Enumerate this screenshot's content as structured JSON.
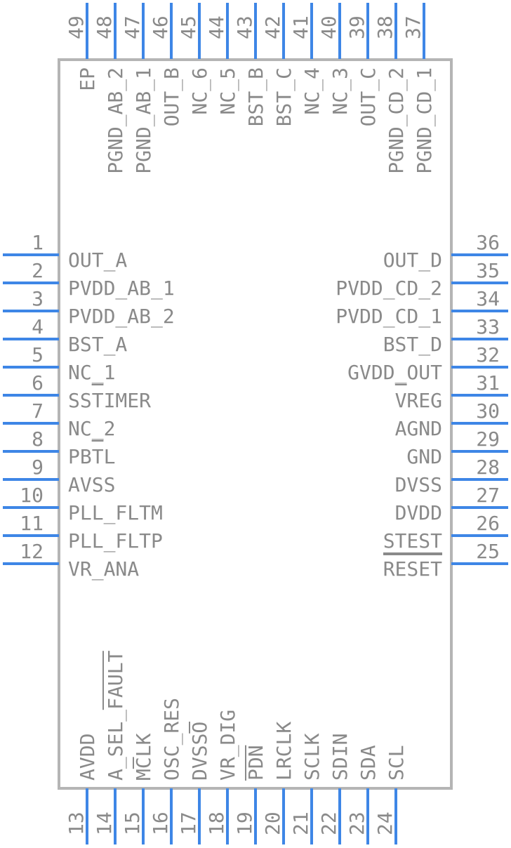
{
  "pins_left": [
    {
      "num": "1",
      "label": "OUT_A"
    },
    {
      "num": "2",
      "label": "PVDD_AB_1"
    },
    {
      "num": "3",
      "label": "PVDD_AB_2"
    },
    {
      "num": "4",
      "label": "BST_A"
    },
    {
      "num": "5",
      "label": "NC_1"
    },
    {
      "num": "6",
      "label": "SSTIMER"
    },
    {
      "num": "7",
      "label": "NC_2"
    },
    {
      "num": "8",
      "label": "PBTL"
    },
    {
      "num": "9",
      "label": "AVSS"
    },
    {
      "num": "10",
      "label": "PLL_FLTM"
    },
    {
      "num": "11",
      "label": "PLL_FLTP"
    },
    {
      "num": "12",
      "label": "VR_ANA"
    }
  ],
  "pins_right": [
    {
      "num": "36",
      "label": "OUT_D"
    },
    {
      "num": "35",
      "label": "PVDD_CD_2"
    },
    {
      "num": "34",
      "label": "PVDD_CD_1"
    },
    {
      "num": "33",
      "label": "BST_D"
    },
    {
      "num": "32",
      "label": "GVDD_OUT"
    },
    {
      "num": "31",
      "label": "VREG"
    },
    {
      "num": "30",
      "label": "AGND"
    },
    {
      "num": "29",
      "label": "GND"
    },
    {
      "num": "28",
      "label": "DVSS"
    },
    {
      "num": "27",
      "label": "DVDD"
    },
    {
      "num": "26",
      "label": "STEST"
    },
    {
      "num": "25",
      "label": "RESET"
    }
  ],
  "pins_top": [
    {
      "num": "49",
      "label": "EP"
    },
    {
      "num": "48",
      "label": "PGND_AB_2"
    },
    {
      "num": "47",
      "label": "PGND_AB_1"
    },
    {
      "num": "46",
      "label": "OUT_B"
    },
    {
      "num": "45",
      "label": "NC_6"
    },
    {
      "num": "44",
      "label": "NC_5"
    },
    {
      "num": "43",
      "label": "BST_B"
    },
    {
      "num": "42",
      "label": "BST_C"
    },
    {
      "num": "41",
      "label": "NC_4"
    },
    {
      "num": "40",
      "label": "NC_3"
    },
    {
      "num": "39",
      "label": "OUT_C"
    },
    {
      "num": "38",
      "label": "PGND_CD_2"
    },
    {
      "num": "37",
      "label": "PGND_CD_1"
    }
  ],
  "pins_bottom": [
    {
      "num": "13",
      "label": "AVDD"
    },
    {
      "num": "14",
      "label": "A_SEL_FAULT"
    },
    {
      "num": "15",
      "label": "MCLK"
    },
    {
      "num": "16",
      "label": "OSC_RES"
    },
    {
      "num": "17",
      "label": "DVSSO"
    },
    {
      "num": "18",
      "label": "VR_DIG"
    },
    {
      "num": "19",
      "label": "PDN"
    },
    {
      "num": "20",
      "label": "LRCLK"
    },
    {
      "num": "21",
      "label": "SCLK"
    },
    {
      "num": "22",
      "label": "SDIN"
    },
    {
      "num": "23",
      "label": "SDA"
    },
    {
      "num": "24",
      "label": "SCL"
    }
  ]
}
